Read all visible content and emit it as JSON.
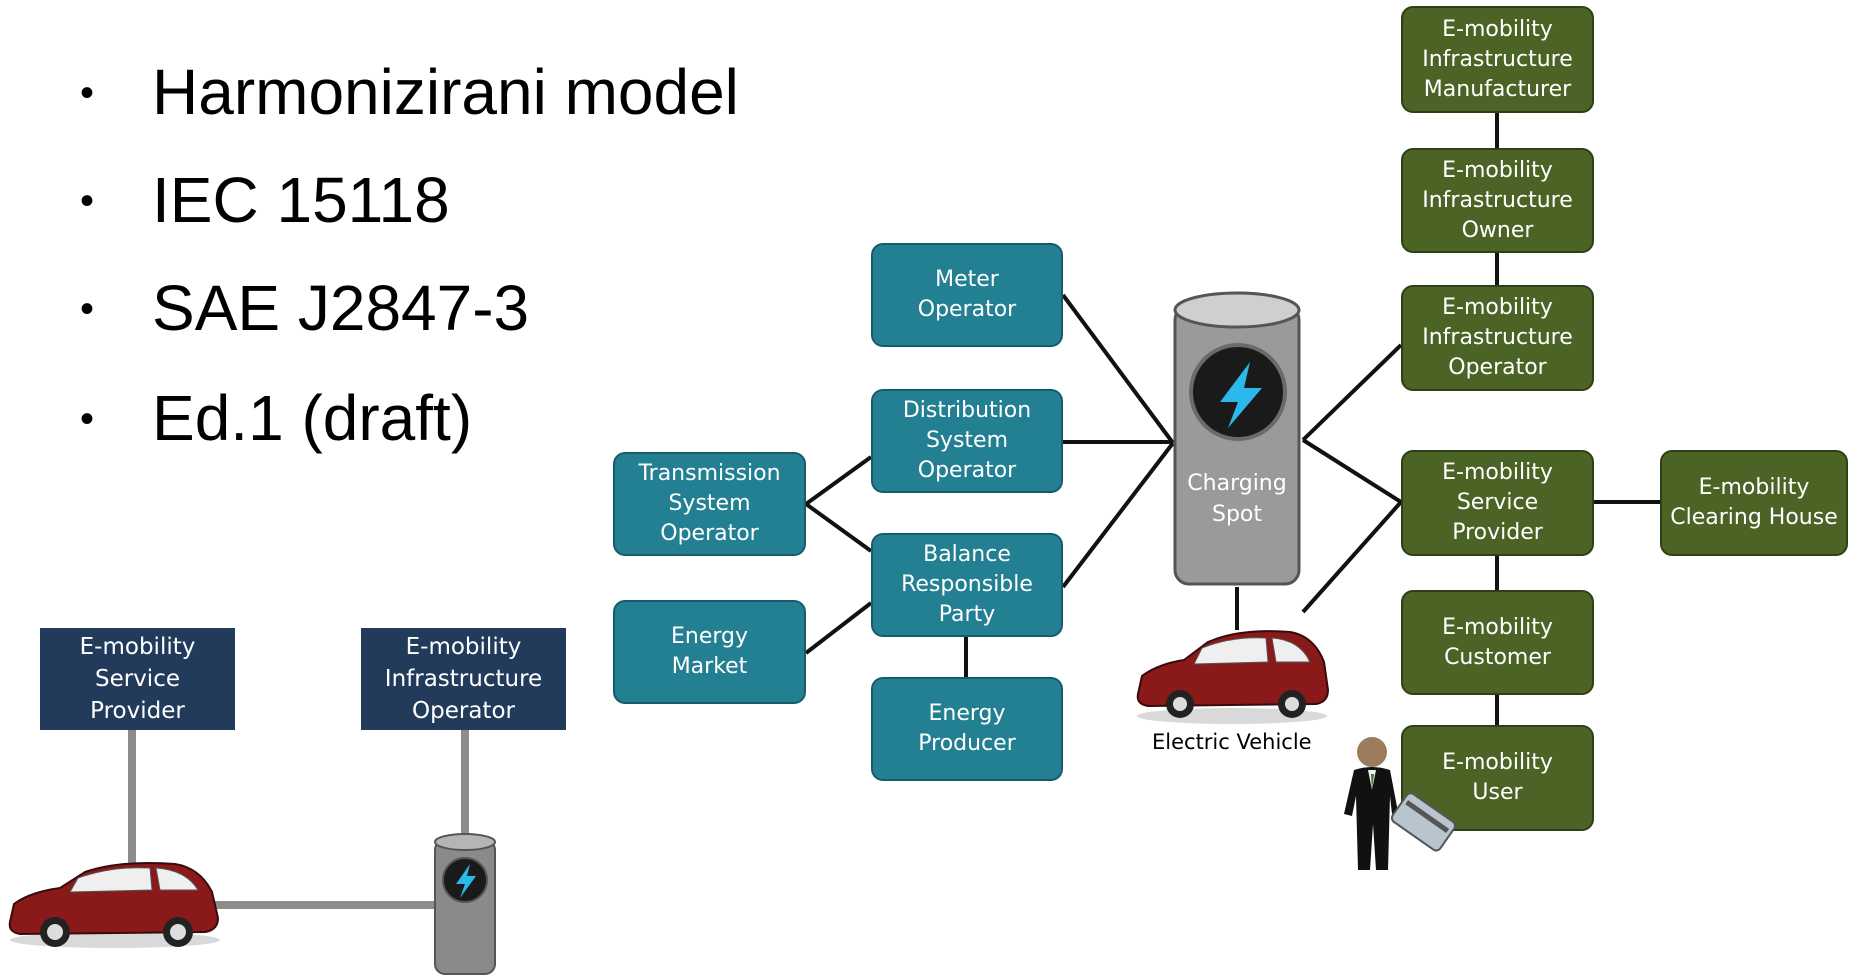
{
  "bullets": [
    "Harmonizirani model",
    "IEC 15118",
    "SAE J2847-3",
    "Ed.1 (draft)"
  ],
  "bullet_symbol": "•",
  "simple_diagram": {
    "service_provider": "E-mobility\nService\nProvider",
    "infrastructure_operator": "E-mobility\nInfrastructure\nOperator"
  },
  "main_diagram": {
    "meter_operator": "Meter\nOperator",
    "distribution_system_operator": "Distribution\nSystem\nOperator",
    "transmission_system_operator": "Transmission\nSystem\nOperator",
    "balance_responsible_party": "Balance\nResponsible\nParty",
    "energy_market": "Energy\nMarket",
    "energy_producer": "Energy\nProducer",
    "charging_spot": "Charging\nSpot",
    "electric_vehicle": "Electric Vehicle",
    "infra_manufacturer": "E-mobility\nInfrastructure\nManufacturer",
    "infra_owner": "E-mobility\nInfrastructure\nOwner",
    "infra_operator": "E-mobility\nInfrastructure\nOperator",
    "service_provider": "E-mobility\nService\nProvider",
    "clearing_house": "E-mobility\nClearing House",
    "customer": "E-mobility\nCustomer",
    "user": "E-mobility\nUser"
  },
  "colors": {
    "teal": "#237f92",
    "green": "#4b6325",
    "navy": "#233b5a",
    "car_body": "#8a1a1a",
    "lightning": "#2bb8ea"
  }
}
